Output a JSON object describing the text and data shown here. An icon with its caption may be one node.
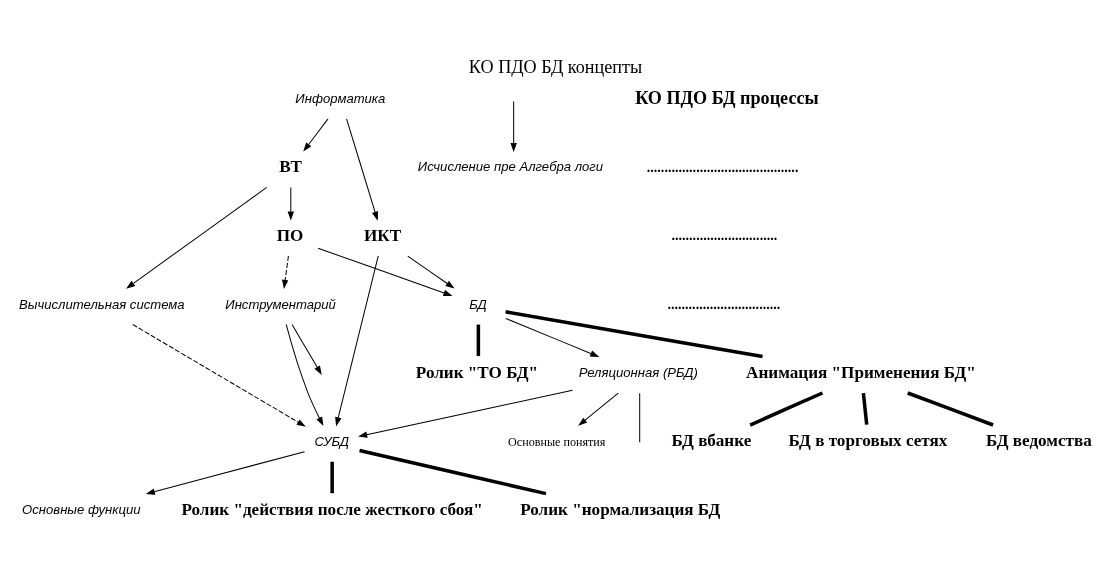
{
  "diagram": {
    "title": "КО ПДО БД концепты",
    "nodes": [
      {
        "text": [
          "Информатика"
        ]
      },
      {
        "text": [
          "ИКТ"
        ]
      },
      {
        "text": [
          "ВТ"
        ]
      },
      {
        "text": [
          "Вычислительная система"
        ]
      },
      {
        "text": [
          "ПО"
        ]
      },
      {
        "text": [
          "БД"
        ]
      },
      {
        "text": [
          "Реляционная (РБД)"
        ]
      },
      {
        "text": [
          "Инструментарий"
        ]
      },
      {
        "text": [
          "Исчисление пре Алгебра логи"
        ]
      },
      {
        "text": [
          "СУБД"
        ]
      },
      {
        "text": [
          "Основные понятия"
        ]
      },
      {
        "text": [
          "Основные функции"
        ]
      },
      {
        "text": [
          "Анимация \"Применения БД\""
        ]
      },
      {
        "text": [
          "Ролик \"ТО БД\""
        ]
      },
      {
        "text": [
          "БД вбанке"
        ]
      },
      {
        "text": [
          "БД в торговых сетях"
        ]
      },
      {
        "text": [
          "БД ведомства"
        ]
      },
      {
        "text": [
          "Ролик \"действия после жесткого сбоя\""
        ]
      },
      {
        "text": [
          "Ролик \"нормализация БД"
        ]
      }
    ],
    "edges": [
      {
        "from": 0,
        "to": 1,
        "arrow": "to"
      },
      {
        "from": 0,
        "to": 2,
        "arrow": "to"
      },
      {
        "from": 2,
        "to": 3,
        "arrow": "to"
      },
      {
        "from": 2,
        "to": 4,
        "arrow": "to"
      },
      {
        "from": 1,
        "to": 5,
        "arrow": "to"
      },
      {
        "from": 4,
        "to": 5,
        "arrow": "to"
      },
      {
        "from": 1,
        "to": 9,
        "arrow": "to"
      },
      {
        "from": 5,
        "to": 6,
        "arrow": "to"
      },
      {
        "from": 3,
        "to": 9,
        "arrow": "to",
        "style": "dashed"
      },
      {
        "from": 4,
        "to": 7,
        "arrow": "to",
        "style": "dashed"
      },
      {
        "from": null,
        "to": 8,
        "arrow": "to"
      },
      {
        "from": 6,
        "to": 9,
        "arrow": "to"
      },
      {
        "from": 7,
        "to": 9,
        "arrow": "to"
      },
      {
        "from": 6,
        "to": 10,
        "arrow": "to"
      },
      {
        "from": 9,
        "to": 11,
        "arrow": "to"
      },
      {
        "from": 7,
        "to": null,
        "arrow": "to"
      },
      {
        "from": 6,
        "to": null,
        "arrow": "none"
      },
      {
        "from": 5,
        "to": 12,
        "arrow": "none",
        "style": "thick"
      },
      {
        "from": 5,
        "to": 13,
        "arrow": "none",
        "style": "thick"
      },
      {
        "from": 12,
        "to": 14,
        "arrow": "none",
        "style": "thick"
      },
      {
        "from": 12,
        "to": 15,
        "arrow": "none",
        "style": "thick"
      },
      {
        "from": 12,
        "to": 16,
        "arrow": "none",
        "style": "thick"
      },
      {
        "from": 9,
        "to": 17,
        "arrow": "none",
        "style": "thick"
      },
      {
        "from": 9,
        "to": 18,
        "arrow": "none",
        "style": "thick"
      }
    ],
    "labels": [
      "КО ПДО БД процессы",
      "...........................................",
      "..............................",
      "................................"
    ]
  }
}
